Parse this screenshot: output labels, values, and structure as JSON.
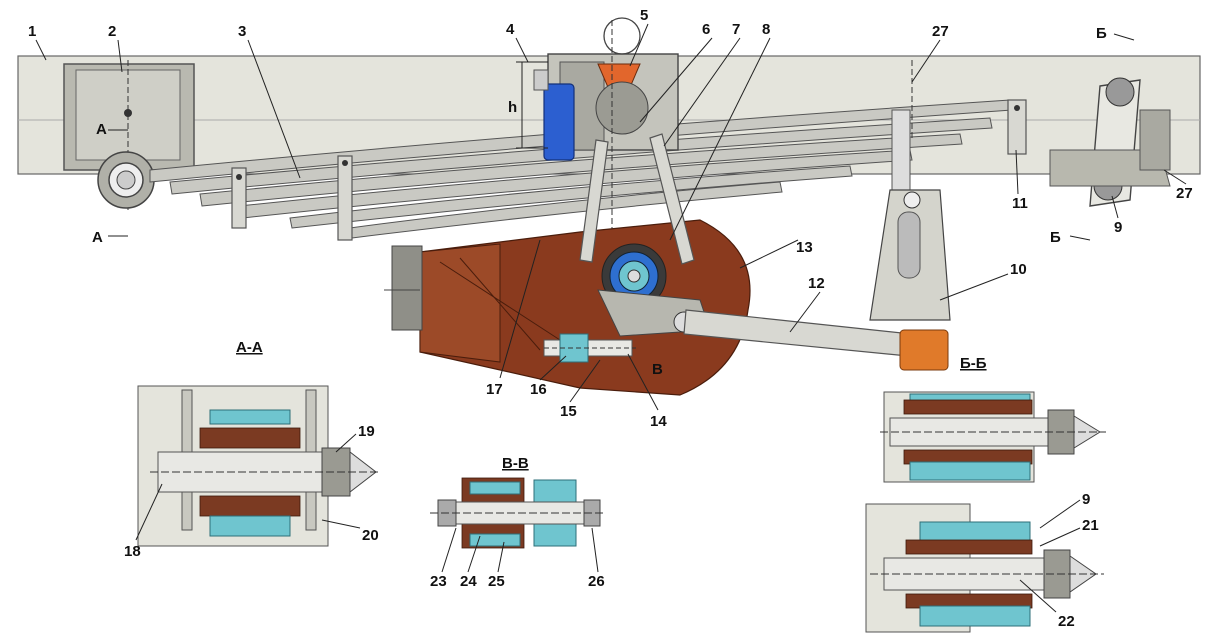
{
  "callouts": {
    "n1": "1",
    "n2": "2",
    "n3": "3",
    "n4": "4",
    "n5": "5",
    "n6": "6",
    "n7": "7",
    "n8": "8",
    "n9": "9",
    "n10": "10",
    "n11": "11",
    "n12": "12",
    "n13": "13",
    "n14": "14",
    "n15": "15",
    "n16": "16",
    "n17": "17",
    "n18": "18",
    "n19": "19",
    "n20": "20",
    "n21": "21",
    "n22": "22",
    "n23": "23",
    "n24": "24",
    "n25": "25",
    "n26": "26",
    "n27": "27",
    "n27b": "27",
    "n9b": "9"
  },
  "cut_marks": {
    "a_top": "А",
    "a_bottom": "А",
    "b_top": "Б",
    "b_bottom": "Б",
    "v": "В",
    "h": "h"
  },
  "sections": {
    "aa": "А-А",
    "bb": "Б-Б",
    "vv": "В-В"
  },
  "colors": {
    "frame": "#e4e4dc",
    "spring": "#c9c9c3",
    "axle_housing": "#8a3a1e",
    "bushing": "#6fc5cf",
    "rubber": "#7b3a22",
    "bump_stop": "#e2662c",
    "shock_absorber": "#2c5fd0",
    "pad": "#e07a2a"
  }
}
